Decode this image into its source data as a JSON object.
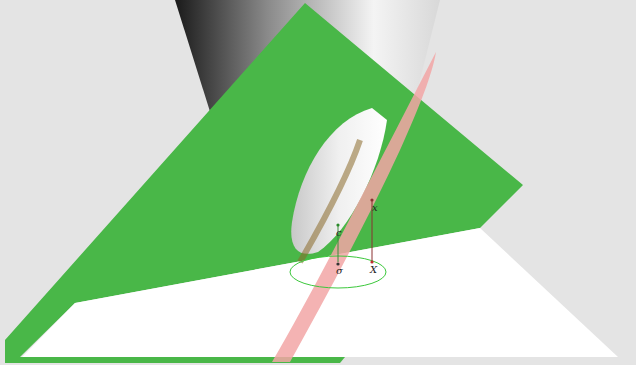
{
  "diagram": {
    "labels": [
      "c",
      "x",
      "σ",
      "X"
    ]
  }
}
